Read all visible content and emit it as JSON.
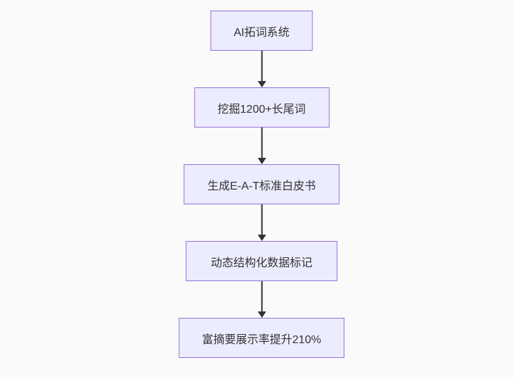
{
  "diagram": {
    "type": "flowchart",
    "direction": "top-down",
    "background": "#fafafa",
    "colors": {
      "node_fill": "#ECECFF",
      "node_border": "#9370DB",
      "node_text": "#333333",
      "arrow": "#333333"
    },
    "nodes": [
      {
        "id": "n1",
        "label": "AI拓词系统"
      },
      {
        "id": "n2",
        "label": "挖掘1200+长尾词"
      },
      {
        "id": "n3",
        "label": "生成E-A-T标准白皮书"
      },
      {
        "id": "n4",
        "label": "动态结构化数据标记"
      },
      {
        "id": "n5",
        "label": "富摘要展示率提升210%"
      }
    ],
    "edges": [
      {
        "from": "n1",
        "to": "n2"
      },
      {
        "from": "n2",
        "to": "n3"
      },
      {
        "from": "n3",
        "to": "n4"
      },
      {
        "from": "n4",
        "to": "n5"
      }
    ]
  }
}
